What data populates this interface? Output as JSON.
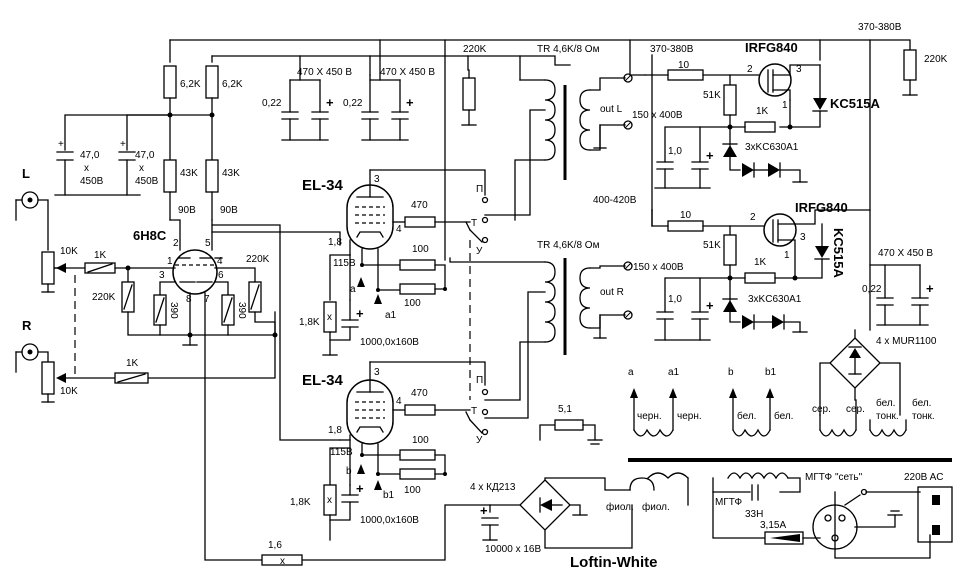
{
  "labels": {
    "in_l": "L",
    "in_r": "R",
    "r_10k_l": "10K",
    "r_10k_r": "10K",
    "r_1k_l": "1K",
    "r_1k_r": "1K",
    "r_220k_grid": "220K",
    "r_220k_right": "220K",
    "r_390_a": "390",
    "r_390_b": "390",
    "driver_tube": "6H8C",
    "r_62k_a": "6,2K",
    "r_62k_b": "6,2K",
    "r_43k_a": "43K",
    "r_43k_b": "43K",
    "cap_47_a_1": "47,0",
    "cap_47_a_2": "x",
    "cap_47_a_3": "450B",
    "cap_47_b_1": "47,0",
    "cap_47_b_2": "x",
    "cap_47_b_3": "450B",
    "v90_a": "90B",
    "v90_b": "90B",
    "pin_2": "2",
    "pin_5": "5",
    "pin_1": "1",
    "pin_4": "4",
    "pin_3": "3",
    "pin_8": "8",
    "pin_7": "7",
    "pin_6": "6",
    "cap_470_a": "470 X 450 B",
    "cap_470_b": "470 X 450 B",
    "cap_022_a": "0,22",
    "cap_022_b": "0,22",
    "r_220k_top": "220K",
    "tr_l": "TR 4,6K/8 Ом",
    "tr_r": "TR 4,6K/8 Ом",
    "out_l": "out L",
    "out_r": "out R",
    "v370_top": "370-380B",
    "v370_right": "370-380B",
    "r_220k_far": "220K",
    "r_10_a": "10",
    "r_10_b": "10",
    "mosfet_a": "IRFG840",
    "mosfet_b": "IRFG840",
    "zener_a": "KC515A",
    "zener_b": "KC515A",
    "r_51k_a": "51K",
    "r_51k_b": "51K",
    "r_1k_a": "1K",
    "r_1k_b": "1K",
    "cap_150_a": "150 x 400B",
    "cap_150_b": "150 x 400B",
    "cap_10_a": "1,0",
    "cap_10_b": "1,0",
    "zener_chain_a": "3xKC630A1",
    "zener_chain_b": "3xKC630A1",
    "v400": "400-420B",
    "cap_470_c": "470 X 450 B",
    "cap_022_c": "0,22",
    "bridge_hv": "4 x MUR1100",
    "tube_top": "EL-34",
    "tube_bot": "EL-34",
    "r_470_top": "470",
    "r_470_bot": "470",
    "v18_top": "1,8",
    "v18_bot": "1,8",
    "v115_top": "115B",
    "v115_bot": "115B",
    "r_100_t1": "100",
    "r_100_t2": "100",
    "r_100_b1": "100",
    "r_100_b2": "100",
    "r_18k_top": "1,8K",
    "r_18k_bot": "1,8K",
    "cap_1000_top": "1000,0x160B",
    "cap_1000_bot": "1000,0x160B",
    "node_a": "a",
    "node_a1": "a1",
    "node_b": "b",
    "node_b1": "b1",
    "sw_p_top": "П",
    "sw_t_top": "T",
    "sw_u_top": "У",
    "sw_p_bot": "П",
    "sw_t_bot": "T",
    "sw_u_bot": "У",
    "r_51": "5,1",
    "bridge_lv": "4 x КД213",
    "fiol_1": "фиол.",
    "fiol_2": "фиол.",
    "cap_10000": "10000 x 16B",
    "r_16": "1,6",
    "r_16_mark": "x",
    "title": "Loftin-White",
    "w_a": "a",
    "w_a1": "a1",
    "w_b": "b",
    "w_b1": "b1",
    "chern_1": "черн.",
    "chern_2": "черн.",
    "bel_1": "бел.",
    "bel_2": "бел.",
    "ser_1": "сер.",
    "ser_2": "сер.",
    "bel_ton_1a": "бел.",
    "bel_ton_1b": "тонк.",
    "bel_ton_2a": "бел.",
    "bel_ton_2b": "тонк.",
    "mgtf_1": "МГТФ",
    "mgtf_2": "МГТФ",
    "cap_33n": "33Н",
    "fuse": "3,15A",
    "mains": "\"сеть\"",
    "v220": "220B AC"
  }
}
